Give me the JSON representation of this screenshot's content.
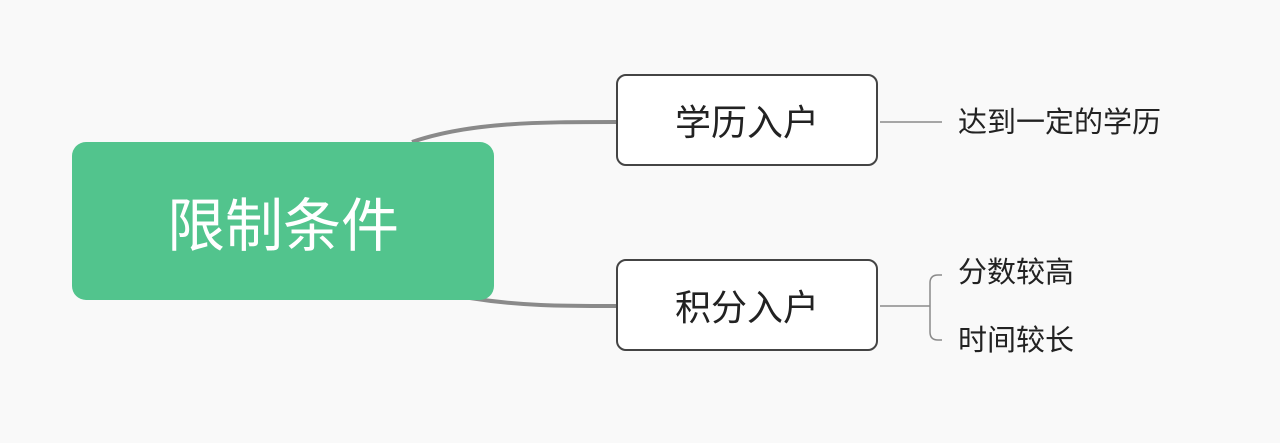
{
  "colors": {
    "root": "#52c48d",
    "connector": "#8a8a8a"
  },
  "root": {
    "label": "限制条件"
  },
  "branches": [
    {
      "label": "学历入户",
      "children": [
        "达到一定的学历"
      ]
    },
    {
      "label": "积分入户",
      "children": [
        "分数较高",
        "时间较长"
      ]
    }
  ]
}
